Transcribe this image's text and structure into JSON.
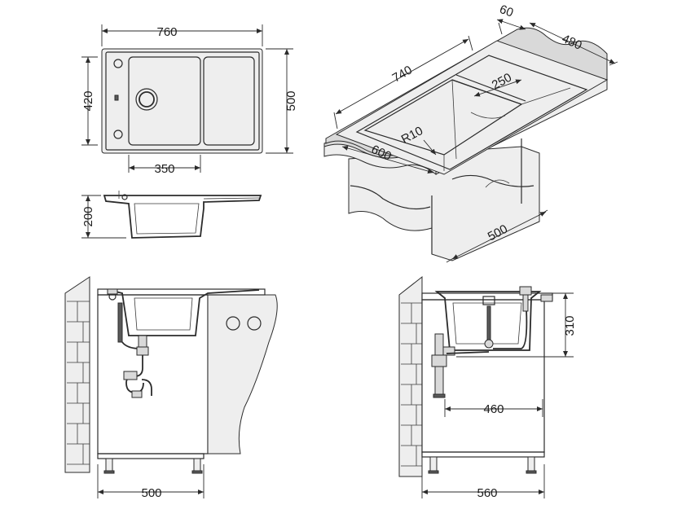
{
  "dimensions": {
    "top_view_width": "760",
    "top_view_depth": "420",
    "top_view_outer_depth": "500",
    "bowl_width": "350",
    "bowl_height": "200",
    "iso_overhang": "60",
    "iso_depth": "480",
    "iso_length": "740",
    "iso_drainer": "250",
    "iso_radius": "R10",
    "iso_bowl_length": "600",
    "iso_cabinet": "500",
    "front_cabinet_width": "500",
    "side_drain_height": "310",
    "side_drain_offset": "460",
    "side_cabinet_depth": "560"
  }
}
